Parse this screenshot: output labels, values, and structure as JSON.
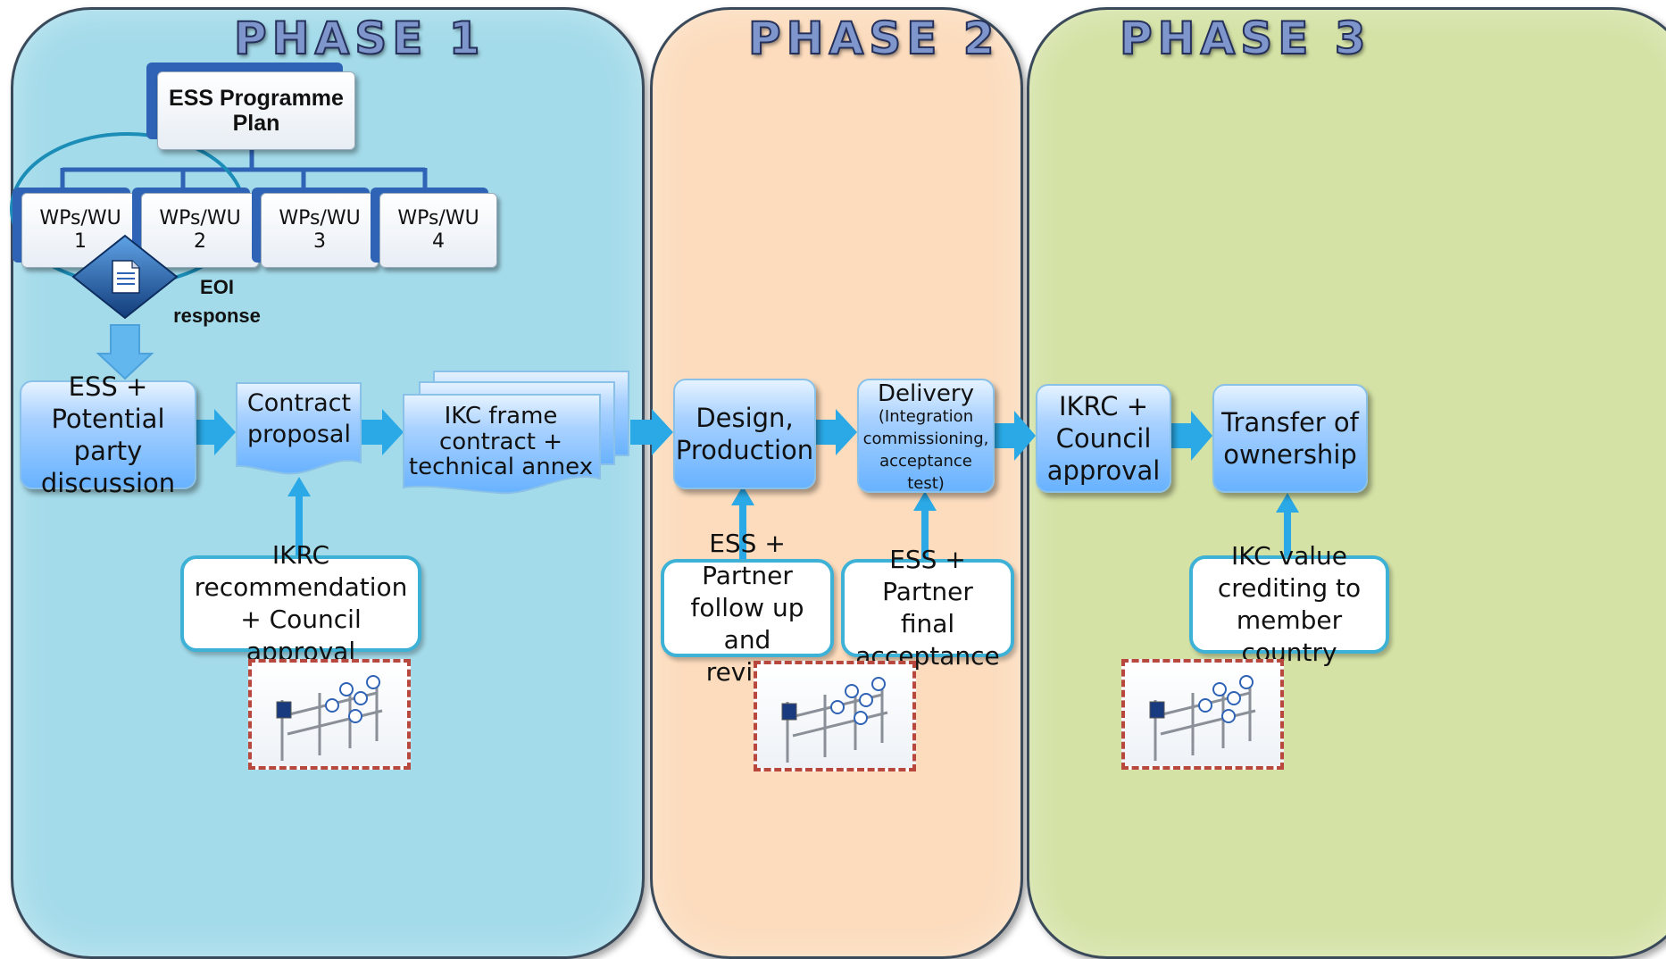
{
  "phases": [
    {
      "title": "PHASE 1",
      "color": "#a4dbea"
    },
    {
      "title": "PHASE 2",
      "color": "#fcdcbd"
    },
    {
      "title": "PHASE 3",
      "color": "#d4e2a5"
    }
  ],
  "plan": {
    "line1": "ESS Programme",
    "line2": "Plan"
  },
  "work_packages": [
    {
      "line1": "WPs/WU",
      "line2": "1"
    },
    {
      "line1": "WPs/WU",
      "line2": "2"
    },
    {
      "line1": "WPs/WU",
      "line2": "3"
    },
    {
      "line1": "WPs/WU",
      "line2": "4"
    }
  ],
  "eoi": {
    "line1": "EOI",
    "line2": "response",
    "icon": "document-icon"
  },
  "process": {
    "discussion": {
      "line1": "ESS + Potential",
      "line2": "party",
      "line3": "discussion"
    },
    "contract": {
      "line1": "Contract",
      "line2": "proposal"
    },
    "ikc_frame": {
      "line1": "IKC frame",
      "line2": "contract +",
      "line3": "technical annex"
    },
    "design": {
      "line1": "Design,",
      "line2": "Production"
    },
    "delivery": {
      "title": "Delivery",
      "line1": "(Integration",
      "line2": "commissioning,",
      "line3": "acceptance",
      "line4": "test)"
    },
    "approval": {
      "line1": "IKRC +",
      "line2": "Council",
      "line3": "approval"
    },
    "transfer": {
      "line1": "Transfer of",
      "line2": "ownership"
    }
  },
  "inputs": {
    "ikrc": {
      "line1": "IKRC",
      "line2": "recommendation",
      "line3": "+ Council approval"
    },
    "follow_up": {
      "line1": "ESS + Partner",
      "line2": "follow up and",
      "line3": "review"
    },
    "final_acceptance": {
      "line1": "ESS + Partner",
      "line2": "final",
      "line3": "acceptance"
    },
    "crediting": {
      "line1": "IKC value",
      "line2": "crediting to",
      "line3": "member country"
    }
  },
  "gate_icon": "turnstile-gate-icon",
  "colors": {
    "arrow": "#2aa9e6",
    "box_border": "#3eb1d6",
    "connector": "#2f63b5",
    "dashed": "#b8473d"
  }
}
